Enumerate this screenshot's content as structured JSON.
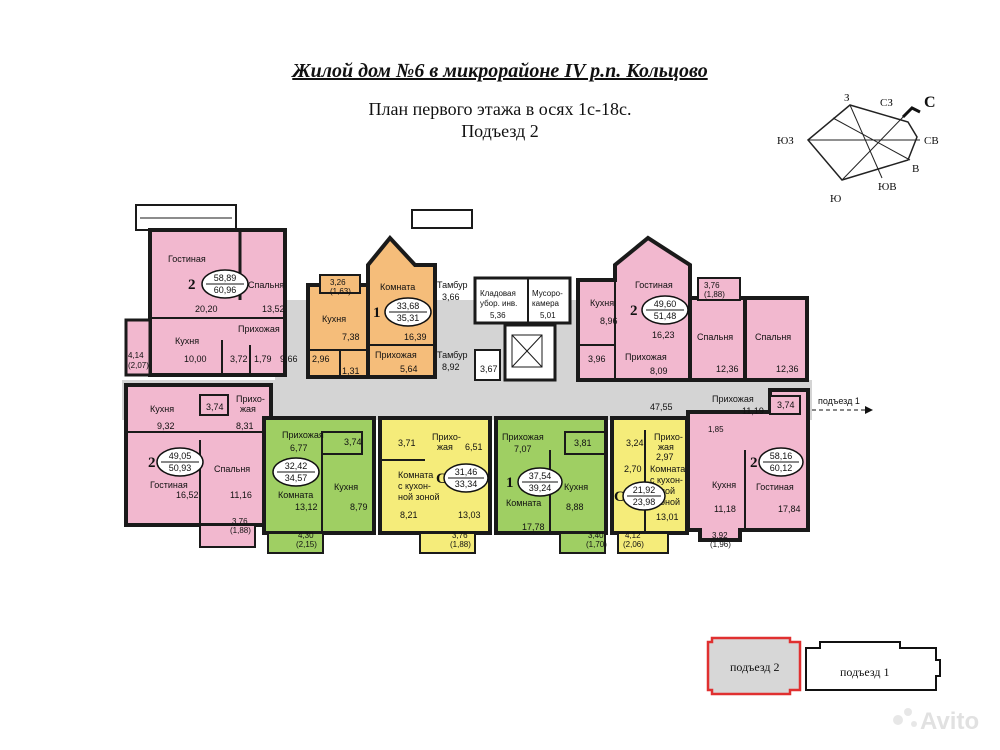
{
  "header": {
    "title": "Жилой дом №6 в микрорайоне IV р.п. Кольцово",
    "subtitle_line1": "План первого этажа в осях 1с-18с.",
    "subtitle_line2": "Подъезд 2"
  },
  "compass": {
    "n": "С",
    "nw": "СЗ",
    "ne": "СВ",
    "w": "З",
    "e": "В",
    "sw": "ЮЗ",
    "se": "ЮВ",
    "s": "Ю"
  },
  "apartments": [
    {
      "rooms": "2",
      "area_living": "58,89",
      "area_total": "60,96"
    },
    {
      "rooms": "1",
      "area_living": "33,68",
      "area_total": "35,31"
    },
    {
      "rooms": "2",
      "area_living": "49,60",
      "area_total": "51,48"
    },
    {
      "rooms": "2",
      "area_living": "49,05",
      "area_total": "50,93"
    },
    {
      "rooms": "",
      "area_living": "32,42",
      "area_total": "34,57"
    },
    {
      "rooms": "С",
      "area_living": "31,46",
      "area_total": "33,34"
    },
    {
      "rooms": "1",
      "area_living": "37,54",
      "area_total": "39,24"
    },
    {
      "rooms": "С",
      "area_living": "21,92",
      "area_total": "23,98"
    },
    {
      "rooms": "2",
      "area_living": "58,16",
      "area_total": "60,12"
    }
  ],
  "labels": {
    "gostinaya": "Гостиная",
    "spalnya": "Спальня",
    "kuhnya": "Кухня",
    "prihozhaya": "Прихожая",
    "prihozhaya_split1": "Прихо-",
    "prihozhaya_split2": "жая",
    "komnata": "Комната",
    "tambur": "Тамбур",
    "kladovaya1": "Кладовая",
    "kladovaya2": "убор. инв.",
    "musor1": "Мусоро-",
    "musor2": "камера",
    "komnata_kuh1": "Комната",
    "komnata_kuh2": "с кухон-",
    "komnata_kuh3": "ной зоной",
    "komnata_kuh_b2": "с кухон-",
    "komnata_kuh_b3": "ной",
    "komnata_kuh_b4": "зоной",
    "entrance_arrow": "подъезд 1"
  },
  "areas": {
    "a1_gost": "20,20",
    "a1_spal": "13,52",
    "a1_kuh": "10,00",
    "a1_wc1": "3,72",
    "a1_wc2": "1,79",
    "a1_pr": "9,66",
    "a1_balc": "4,14",
    "a1_balc2": "(2,07)",
    "a_orange_balc": "3,26",
    "a_orange_balc2": "(1,63)",
    "a_orange_kuh": "7,38",
    "a_orange_wc": "2,96",
    "a_orange_wc2": "1,31",
    "a2_komn": "16,39",
    "a2_pr": "5,64",
    "tambur1": "3,66",
    "tambur2": "8,92",
    "klad": "5,36",
    "musor": "5,01",
    "hall_small": "3,67",
    "a3_kuh": "8,96",
    "a3_pr": "16,23",
    "a3_wc": "3,96",
    "a3_pr2": "8,09",
    "a3_spal": "12,36",
    "a3_balc": "3,76",
    "a3_balc2": "(1,88)",
    "a3b_spal": "12,36",
    "a4_kuh": "9,32",
    "a4_wc": "3,74",
    "a4_pr": "8,31",
    "a4_gost": "16,52",
    "a4_spal": "11,16",
    "a4_balc": "3,76",
    "a4_balc2": "(1,88)",
    "a5_pr": "6,77",
    "a5_wc": "3,74",
    "a5_komn": "13,12",
    "a5_kuh": "8,79",
    "a5_balc": "4,30",
    "a5_balc2": "(2,15)",
    "a6_wc": "3,71",
    "a6_pr": "6,51",
    "a6_komn": "8,21",
    "a6_komn2": "13,03",
    "a6_balc": "3,76",
    "a6_balc2": "(1,88)",
    "corridor": "47,55",
    "a7_pr": "7,07",
    "a7_wc": "3,81",
    "a7_komn": "17,78",
    "a7_kuh": "8,88",
    "a7_balc": "3,40",
    "a7_balc2": "(1,70)",
    "a8_wc": "3,24",
    "a8_pr": "2,97",
    "a8_wc2": "2,70",
    "a8_komn": "13,01",
    "a8_balc": "4,12",
    "a8_balc2": "(2,06)",
    "a9_pr": "11,19",
    "a9_wc": "3,74",
    "a9_wc2": "1,85",
    "a9_kuh": "11,18",
    "a9_gost": "17,84",
    "a9_balc": "3,92",
    "a9_balc2": "(1,96)"
  },
  "key_plan": {
    "entrance2": "подъезд 2",
    "entrance1": "подъезд 1"
  },
  "watermark": "Avito",
  "colors": {
    "pink": "#f2b8cf",
    "orange": "#f5bd7a",
    "green": "#9fcf63",
    "yellow": "#f5ec7a",
    "wall": "#1a1a1a",
    "corridor": "#d4d4d4",
    "highlight": "#e03030"
  }
}
